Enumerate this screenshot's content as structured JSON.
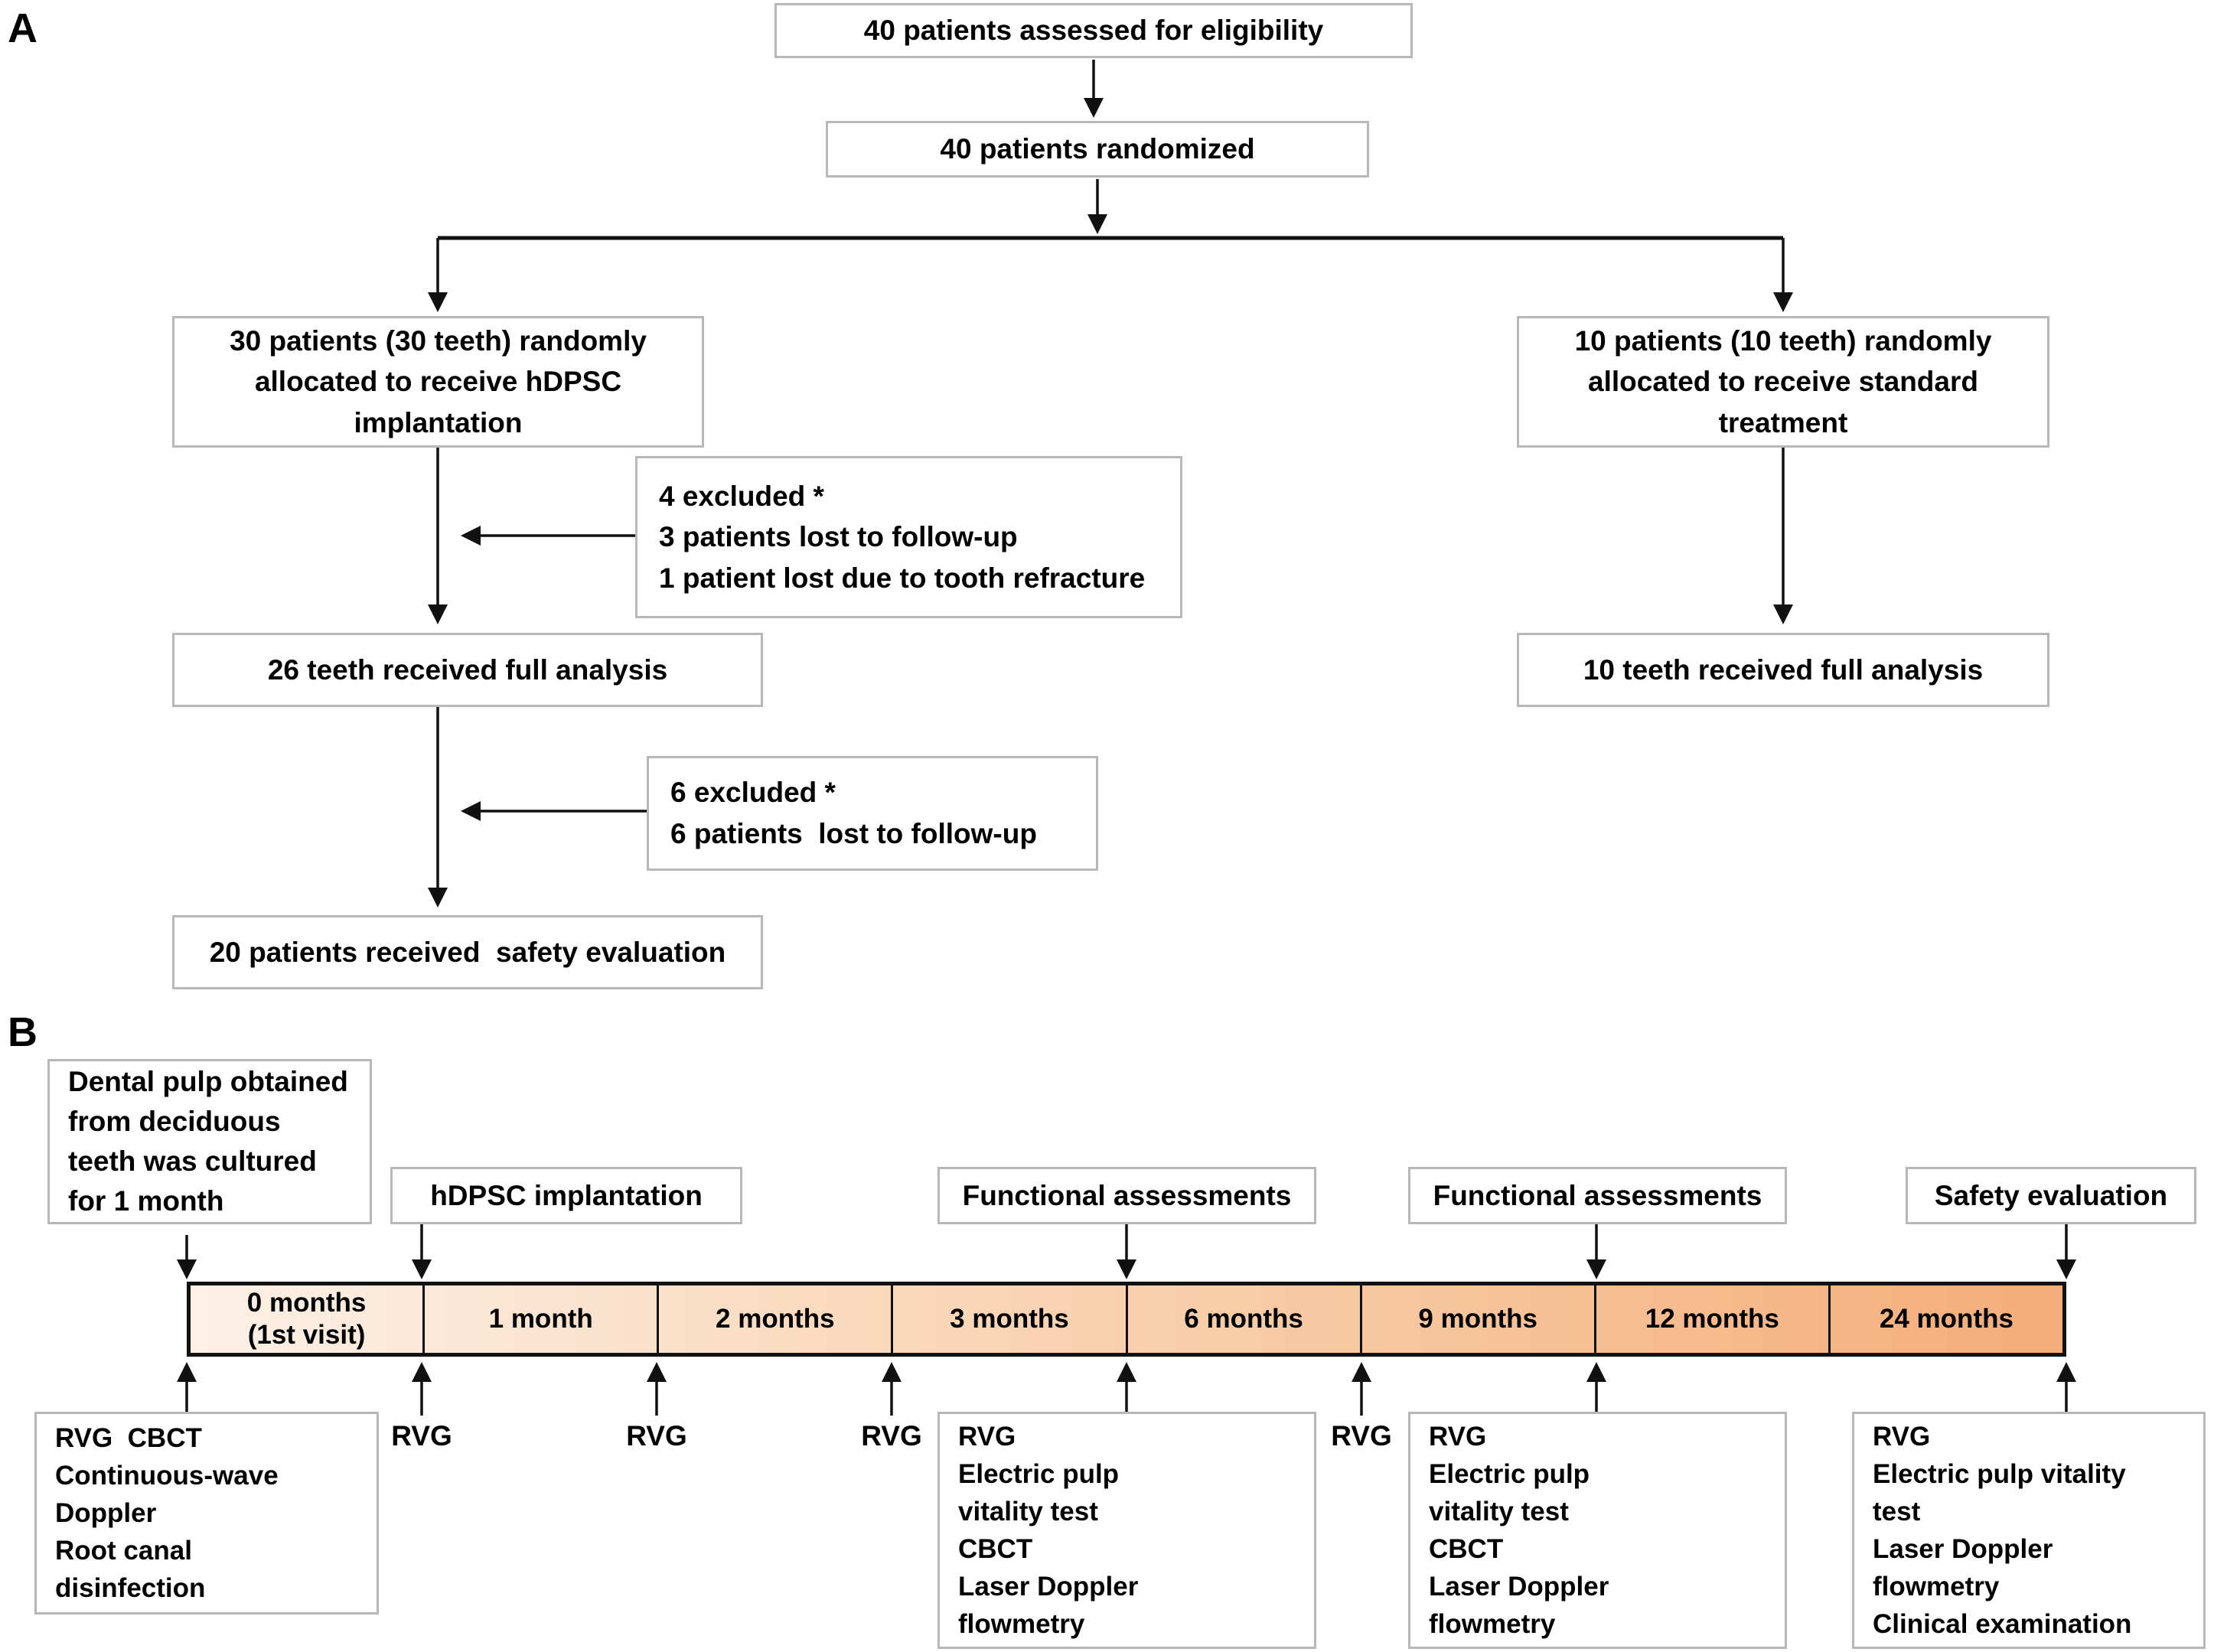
{
  "panel_a": {
    "label": "A",
    "boxes": {
      "assessed": "40 patients assessed for eligibility",
      "randomized": "40 patients randomized",
      "hdpsc_allocated": "30 patients (30 teeth) randomly\nallocated to receive hDPSC\nimplantation",
      "standard_allocated": "10 patients (10 teeth) randomly\nallocated to receive standard\ntreatment",
      "excluded_4": "4 excluded *\n3 patients lost to follow-up\n1 patient lost due to tooth refracture",
      "full_analysis_26": "26 teeth received full analysis",
      "excluded_6": "6 excluded *\n6 patients  lost to follow-up",
      "safety_20": "20 patients received  safety evaluation",
      "full_analysis_10": "10 teeth received full analysis"
    }
  },
  "panel_b": {
    "label": "B",
    "top_boxes": {
      "dental_pulp": "Dental pulp obtained\nfrom deciduous\nteeth was cultured\nfor 1 month",
      "implantation": "hDPSC implantation",
      "functional_1": "Functional assessments",
      "functional_2": "Functional assessments",
      "safety": "Safety evaluation"
    },
    "timeline": {
      "segments": [
        "0 months\n(1st visit)",
        "1 month",
        "2 months",
        "3 months",
        "6 months",
        "9 months",
        "12 months",
        "24 months"
      ],
      "gradient_left": "#fdf0e6",
      "gradient_mid": "#f8cda8",
      "gradient_right": "#f4ad7a",
      "border_color": "#111111"
    },
    "rvg_labels": [
      "RVG",
      "RVG",
      "RVG",
      "RVG"
    ],
    "bottom_boxes": {
      "visit_0": "RVG  CBCT\nContinuous-wave\nDoppler\nRoot canal\ndisinfection",
      "month_6": "RVG\nElectric pulp\nvitality test\nCBCT\nLaser Doppler\nflowmetry",
      "month_12": "RVG\nElectric pulp\nvitality test\nCBCT\nLaser Doppler\nflowmetry",
      "month_24": "RVG\nElectric pulp vitality\ntest\nLaser Doppler\nflowmetry\nClinical examination"
    }
  }
}
